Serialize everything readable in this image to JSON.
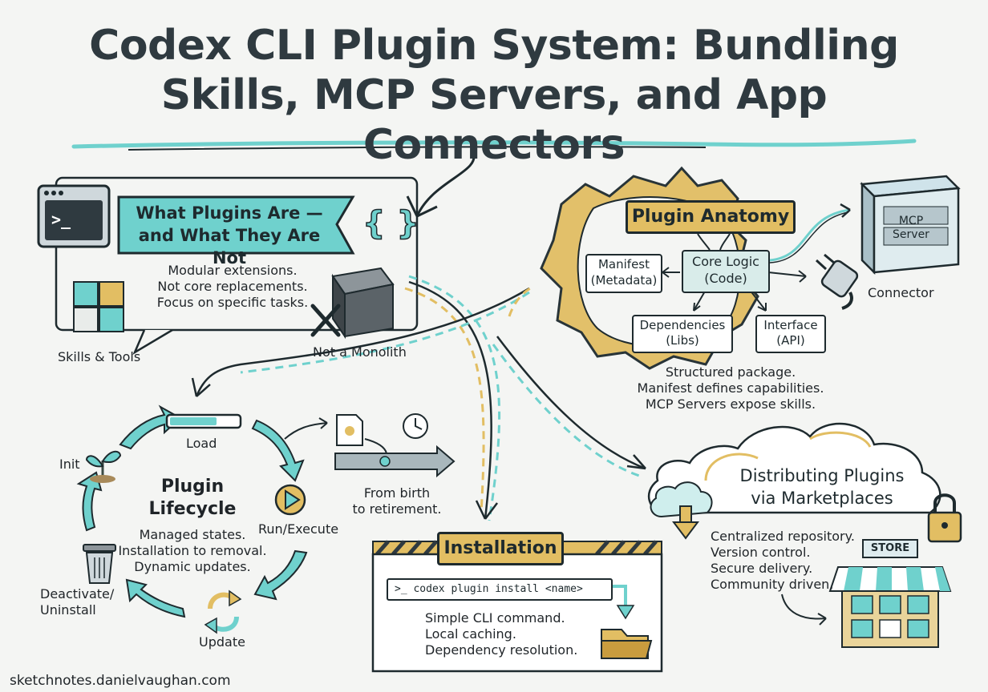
{
  "title": {
    "line1": "Codex CLI Plugin System: Bundling",
    "line2": "Skills, MCP Servers, and App Connectors"
  },
  "what_plugins": {
    "heading_line1": "What Plugins Are —",
    "heading_line2": "and What They Are Not",
    "desc_line1": "Modular extensions.",
    "desc_line2": "Not core replacements.",
    "desc_line3": "Focus on specific tasks.",
    "skills_label": "Skills & Tools",
    "monolith_label": "Not a Monolith",
    "terminal_glyph": ">_"
  },
  "anatomy": {
    "heading": "Plugin Anatomy",
    "manifest_line1": "Manifest",
    "manifest_line2": "(Metadata)",
    "core_line1": "Core Logic",
    "core_line2": "(Code)",
    "deps_line1": "Dependencies",
    "deps_line2": "(Libs)",
    "iface_line1": "Interface",
    "iface_line2": "(API)",
    "desc_line1": "Structured package.",
    "desc_line2": "Manifest defines capabilities.",
    "desc_line3": "MCP Servers expose skills.",
    "mcp_line1": "MCP",
    "mcp_line2": "Server",
    "connector_label": "Connector"
  },
  "lifecycle": {
    "heading_line1": "Plugin",
    "heading_line2": "Lifecycle",
    "desc_line1": "Managed states.",
    "desc_line2": "Installation to removal.",
    "desc_line3": "Dynamic updates.",
    "load": "Load",
    "init": "Init",
    "run": "Run/Execute",
    "update": "Update",
    "deactivate_line1": "Deactivate/",
    "deactivate_line2": "Uninstall",
    "birth_line1": "From birth",
    "birth_line2": "to retirement."
  },
  "installation": {
    "heading": "Installation",
    "command": ">_ codex plugin install <name>",
    "desc_line1": "Simple CLI command.",
    "desc_line2": "Local caching.",
    "desc_line3": "Dependency resolution."
  },
  "marketplace": {
    "heading_line1": "Distributing Plugins",
    "heading_line2": "via Marketplaces",
    "desc_line1": "Centralized repository.",
    "desc_line2": "Version control.",
    "desc_line3": "Secure delivery.",
    "desc_line4": "Community driven.",
    "store_sign": "STORE"
  },
  "footer": "sketchnotes.danielvaughan.com",
  "colors": {
    "teal": "#6fd1cd",
    "gold": "#e2be63",
    "ink": "#1e2a2e",
    "background": "#f4f5f3"
  }
}
